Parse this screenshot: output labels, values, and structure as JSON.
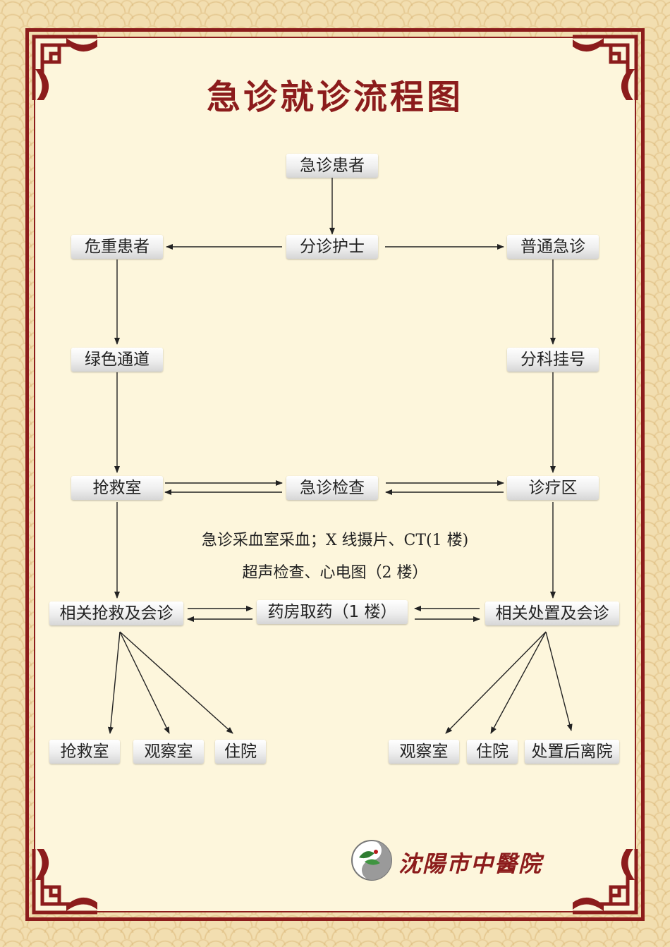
{
  "title": "急诊就诊流程图",
  "nodes": {
    "patient": "急诊患者",
    "triage_nurse": "分诊护士",
    "critical_patient": "危重患者",
    "general_emergency": "普通急诊",
    "green_channel": "绿色通道",
    "registration": "分科挂号",
    "rescue_room": "抢救室",
    "emergency_exam": "急诊检查",
    "treatment_area": "诊疗区",
    "related_rescue": "相关抢救及会诊",
    "pharmacy": "药房取药（1 楼）",
    "related_treatment": "相关处置及会诊",
    "left_rescue_room": "抢救室",
    "left_observation": "观察室",
    "left_hospitalize": "住院",
    "right_observation": "观察室",
    "right_hospitalize": "住院",
    "right_discharge": "处置后离院"
  },
  "exam_note": {
    "line1": "急诊采血室采血；X 线摄片、CT(1 楼)",
    "line2": "超声检查、心电图（2 楼）"
  },
  "logo": {
    "hospital_name": "沈陽市中醫院",
    "emblem_icon": "yin-yang-leaf-icon"
  },
  "colors": {
    "frame": "#8c1c1c",
    "panel": "#fdf6dc",
    "background": "#f2deb0",
    "title": "#8c1c1c"
  }
}
